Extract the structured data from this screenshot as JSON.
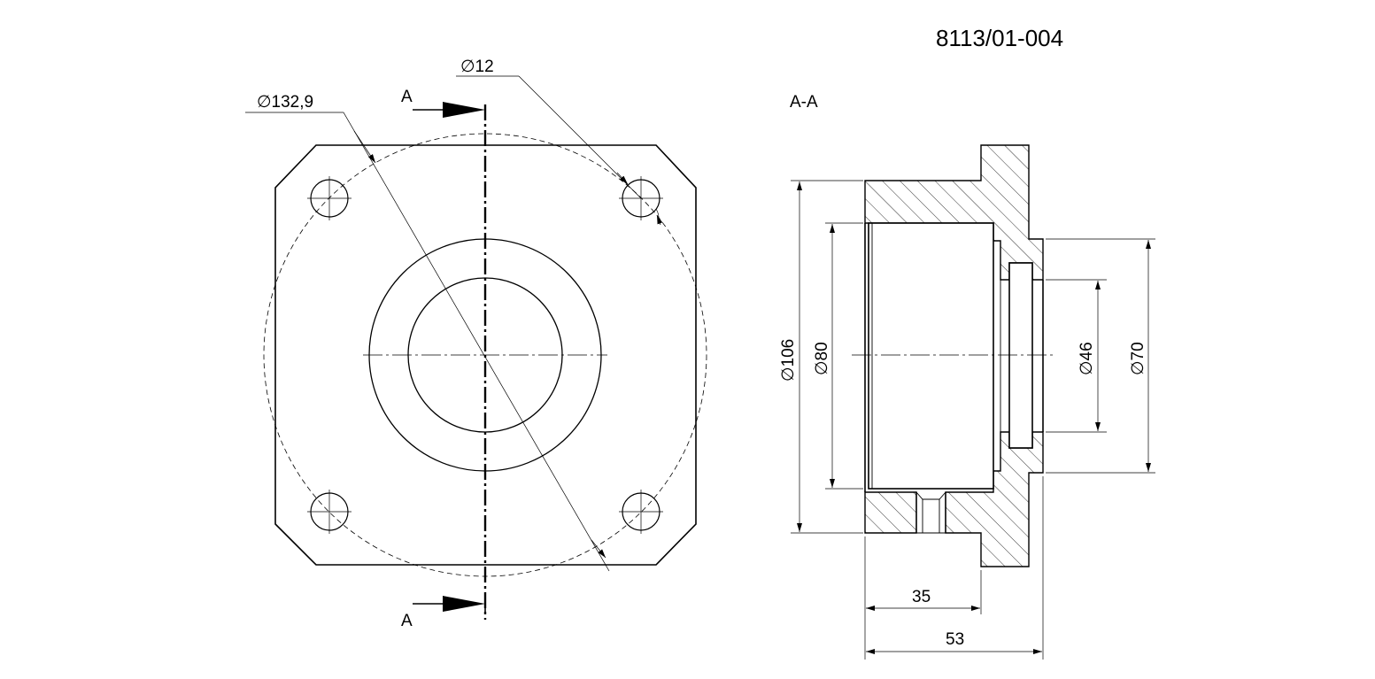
{
  "drawing_number": "8113/01-004",
  "section_title": "A-A",
  "section_marks": {
    "top": "A",
    "bottom": "A"
  },
  "dimensions": {
    "bolt_circle": "∅132,9",
    "hole": "∅12",
    "d106": "∅106",
    "d80": "∅80",
    "d46": "∅46",
    "d70": "∅70",
    "len35": "35",
    "len53": "53"
  }
}
